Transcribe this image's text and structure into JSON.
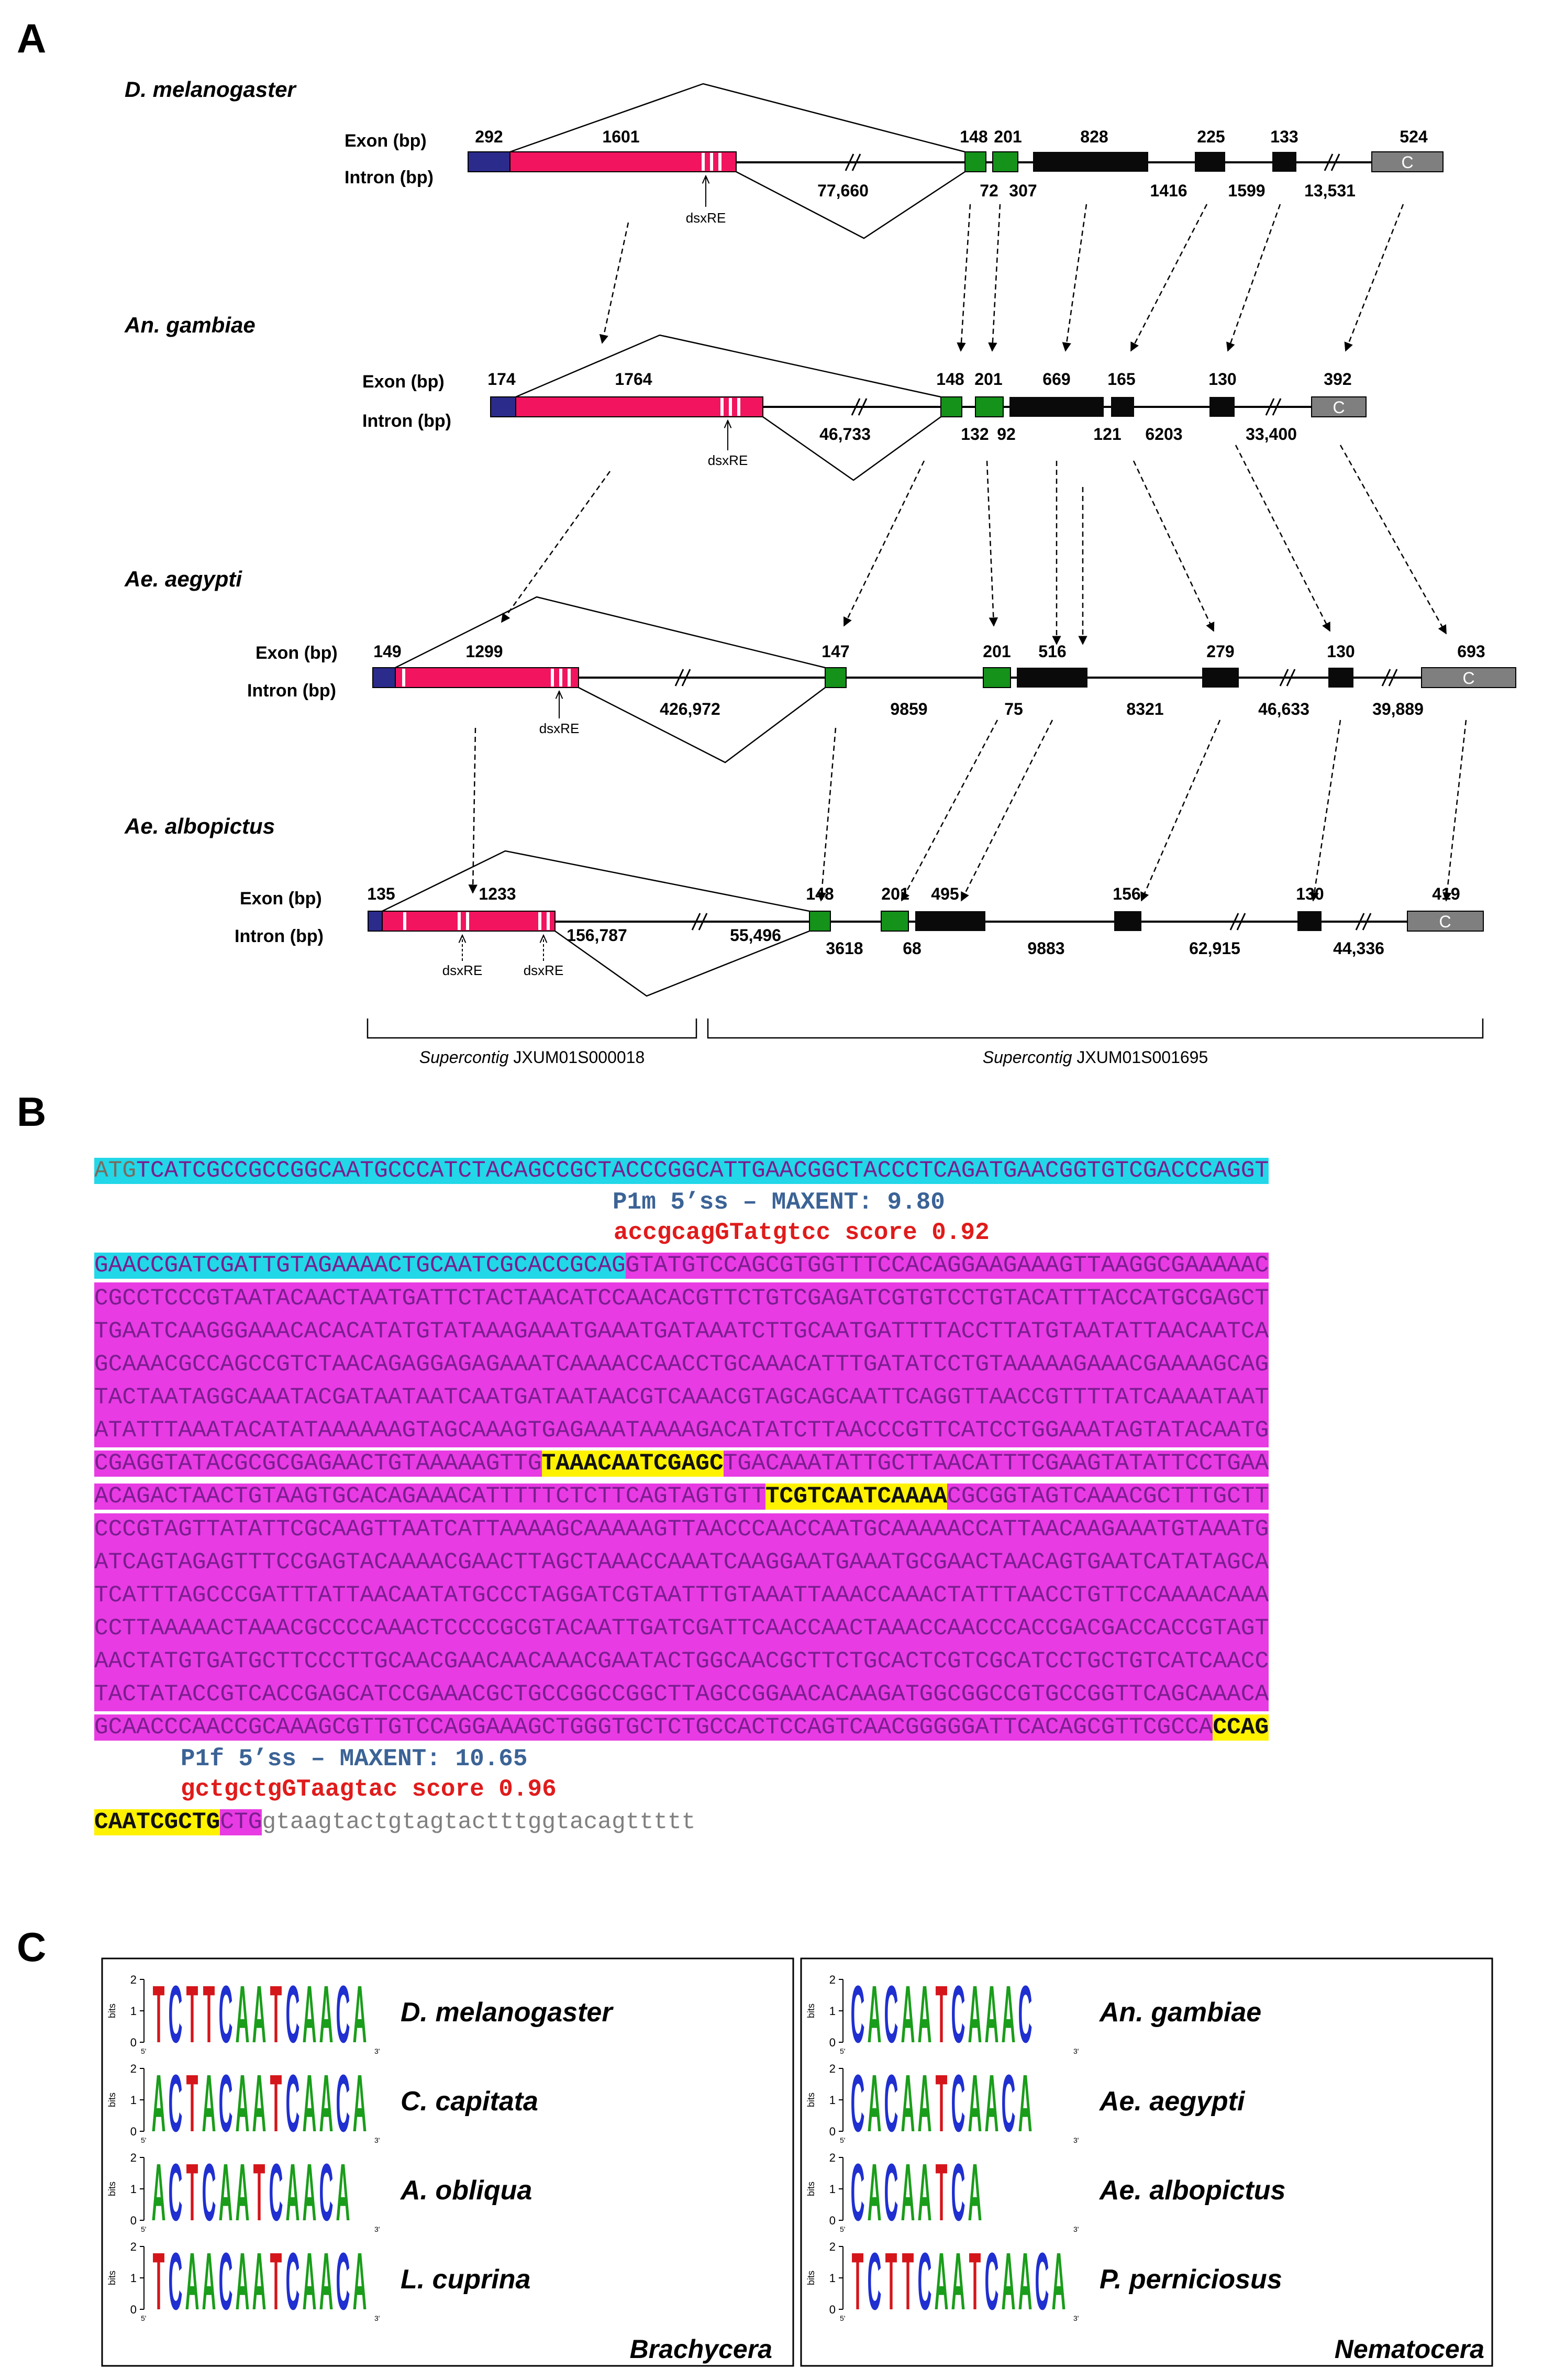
{
  "panel_labels": {
    "a": "A",
    "b": "B",
    "c": "C"
  },
  "panel_a": {
    "row_label_exon": "Exon (bp)",
    "row_label_intron": "Intron (bp)",
    "marker_label": "dsxRE",
    "c_label": "C",
    "species": [
      {
        "name": "D. melanogaster",
        "exons": [
          "292",
          "1601",
          "148",
          "201",
          "828",
          "225",
          "133",
          "524"
        ],
        "introns": [
          "77,660",
          "72",
          "307",
          "1416",
          "1599",
          "13,531"
        ]
      },
      {
        "name": "An. gambiae",
        "exons": [
          "174",
          "1764",
          "148",
          "201",
          "669",
          "165",
          "130",
          "392"
        ],
        "introns": [
          "46,733",
          "132",
          "92",
          "121",
          "6203",
          "33,400"
        ]
      },
      {
        "name": "Ae. aegypti",
        "exons": [
          "149",
          "1299",
          "147",
          "201",
          "516",
          "279",
          "130",
          "693"
        ],
        "introns": [
          "426,972",
          "9859",
          "75",
          "8321",
          "46,633",
          "39,889"
        ]
      },
      {
        "name": "Ae. albopictus",
        "exons": [
          "135",
          "1233",
          "148",
          "201",
          "495",
          "156",
          "130",
          "419"
        ],
        "introns": [
          "156,787",
          "55,496",
          "3618",
          "68",
          "9883",
          "62,915",
          "44,336"
        ]
      }
    ],
    "supercontigs": [
      {
        "prefix": "Supercontig",
        "id": "JXUM01S000018"
      },
      {
        "prefix": "Supercontig",
        "id": "JXUM01S001695"
      }
    ],
    "colors": {
      "utr": "#2b2b8c",
      "exon_pink": "#f2145e",
      "green": "#14921a",
      "black": "#0a0a0a",
      "grey": "#7f7f7f"
    }
  },
  "panel_b": {
    "line1": {
      "atg": "ATG",
      "rest": "TCATCGCCGCCGGCAATGCCCATCTACAGCCGCTACCCGGCATTGAACGGCTACCCTCAGATGAACGGTGTCGACCCAGGT"
    },
    "p1m_title": "P1m 5’ss – MAXENT: 9.80",
    "p1m_seq": "accgcagGTatgtcc score 0.92",
    "line2": {
      "cyan": "GAACCGATCGATTGTAGAAAACTGCAATCGCACCGCAG",
      "mag": "GTATGTCCAGCGTGGTTTCCACAGGAAGAAAGTTAAGGCGAAAAAC"
    },
    "mag_lines": [
      "CGCCTCCCGTAATACAACTAATGATTCTACTAACATCCAACACGTTCTGTCGAGATCGTGTCCTGTACATTTACCATGCGAGCT",
      "TGAATCAAGGGAAACACACATATGTATAAAGAAATGAAATGATAAATCTTGCAATGATTTTACCTTATGTAATATTAACAATCA",
      "GCAAACGCCAGCCGTCTAACAGAGGAGAGAAATCAAAACCAACCTGCAAACATTTGATATCCTGTAAAAAGAAACGAAAAGCAG",
      "TACTAATAGGCAAATACGATAATAATCAATGATAATAACGTCAAACGTAGCAGCAATTCAGGTTAACCGTTTTATCAAAATAAT",
      "ATATTTAAATACATATAAAAAAGTAGCAAAGTGAGAAATAAAAGACATATCTTAACCCGTTCATCCTGGAAATAGTATACAATG"
    ],
    "line_y1": {
      "pre": "CGAGGTATACGCGCGAGAACTGTAAAAAGTTG",
      "hl": "TAAACAATCGAGC",
      "post": "TGACAAATATTGCTTAACATTTCGAAGTATATTCCTGAA"
    },
    "line_y2": {
      "pre": "ACAGACTAACTGTAAGTGCACAGAAACATTTTTCTCTTCAGTAGTGTT",
      "hl": "TCGTCAATCAAAA",
      "post": "CGCGGTAGTCAAACGCTTTGCTT"
    },
    "mag_lines2": [
      "CCCGTAGTTATATTCGCAAGTTAATCATTAAAAGCAAAAAGTTAACCCAACCAATGCAAAAACCATTAACAAGAAATGTAAATG",
      "ATCAGTAGAGTTTCCGAGTACAAAACGAACTTAGCTAAACCAAATCAAGGAATGAAATGCGAACTAACAGTGAATCATATAGCA",
      "TCATTTAGCCCGATTTATTAACAATATGCCCTAGGATCGTAATTTGTAAATTAAACCAAACTATTTAACCTGTTCCAAAACAAA",
      "CCTTAAAAACTAAACGCCCCAAACTCCCCGCGTACAATTGATCGATTCAACCAACTAAACCAACCCACCGACGACCACCGTAGT",
      "AACTATGTGATGCTTCCCTTGCAACGAACAACAAACGAATACTGGCAACGCTTCTGCACTCGTCGCATCCTGCTGTCATCAACC",
      "TACTATACCGTCACCGAGCATCCGAAACGCTGCCGGCCGGCTTAGCCGGAACACAAGATGGCGGCCGTGCCGGTTCAGCAAACA"
    ],
    "line_last": {
      "mag": "GCAACCCAACCGCAAAGCGTTGTCCAGGAAAGCTGGGTGCTCTGCCACTCCAGTCAACGGGGGATTCACAGCGTTCGCCA",
      "yel": "CCAG"
    },
    "p1f_title": "P1f 5’ss – MAXENT: 10.65",
    "p1f_seq": "gctgctgGTaagtac score 0.96",
    "line_end": {
      "yel": "CAATCGCTG",
      "mag": "CTG",
      "plain": "gtaagtactgtagtactttggtacagttttt"
    }
  },
  "panel_c": {
    "groups": [
      {
        "name": "Brachycera",
        "species": [
          "D. melanogaster",
          "C. capitata",
          "A. obliqua",
          "L. cuprina"
        ]
      },
      {
        "name": "Nematocera",
        "species": [
          "An. gambiae",
          "Ae. aegypti",
          "Ae. albopictus",
          "P. perniciosus"
        ]
      }
    ],
    "axis_label": "bits",
    "tick_labels": [
      "2",
      "1",
      "0"
    ],
    "prime5": "5'",
    "prime3": "3'",
    "logo_seqs": {
      "D. melanogaster": "TCTTCAATCAACA",
      "C. capitata": "ACTACAATCAACA",
      "A. obliqua": "ACTCAATCAACA",
      "L. cuprina": "TCAACAATCAACA",
      "An. gambiae": "CACAATCAAAC",
      "Ae. aegypti": "CACAATCAACA",
      "Ae. albopictus": "CACAATCA",
      "P. perniciosus": "TCTTCAATCAACA"
    },
    "colors": {
      "A": "#1a9d1a",
      "C": "#1f2fd0",
      "G": "#f5a623",
      "T": "#d4161b"
    }
  }
}
